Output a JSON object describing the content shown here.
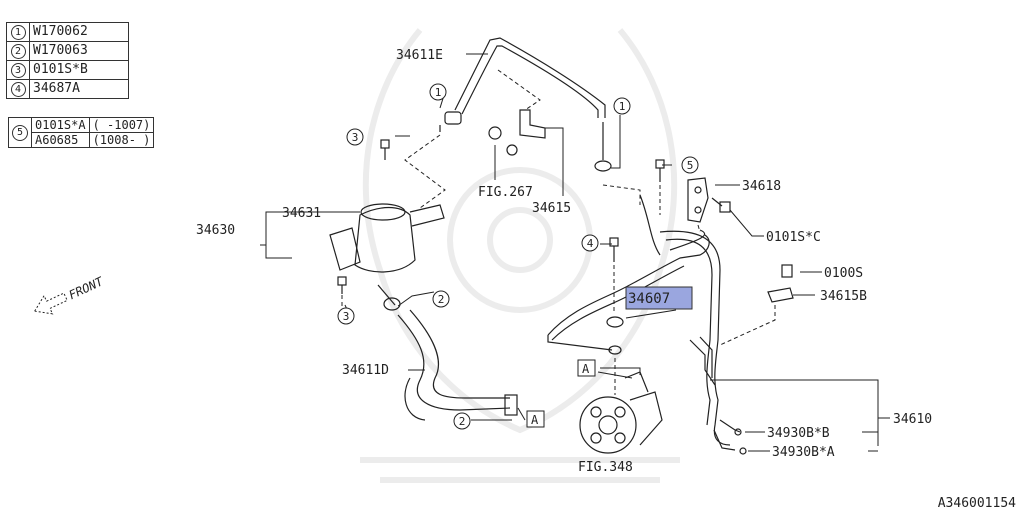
{
  "legend": {
    "rows": [
      {
        "num": "1",
        "code": "W170062"
      },
      {
        "num": "2",
        "code": "W170063"
      },
      {
        "num": "3",
        "code": "0101S*B"
      },
      {
        "num": "4",
        "code": "34687A"
      }
    ],
    "row5": {
      "num": "5",
      "a_code": "0101S*A",
      "a_range": "( -1007)",
      "b_code": "A60685",
      "b_range": "(1008- )"
    }
  },
  "labels": {
    "p34611E": "34611E",
    "p34615": "34615",
    "fig267": "FIG.267",
    "p34618": "34618",
    "p0101SC": "0101S*C",
    "p34631": "34631",
    "p34630": "34630",
    "p0100S": "0100S",
    "p34615B": "34615B",
    "p34607": "34607",
    "p34611D": "34611D",
    "p34610": "34610",
    "p34930BB": "34930B*B",
    "p34930BA": "34930B*A",
    "fig348": "FIG.348",
    "front": "FRONT",
    "refA1": "A",
    "refA2": "A",
    "c1a": "1",
    "c1b": "1",
    "c2a": "2",
    "c2b": "2",
    "c3a": "3",
    "c3b": "3",
    "c4": "4",
    "c5": "5"
  },
  "footer": {
    "code": "A346001154"
  },
  "colors": {
    "highlight": "#9aa6df",
    "ink": "#222222",
    "watermark": "#eeeeee"
  }
}
